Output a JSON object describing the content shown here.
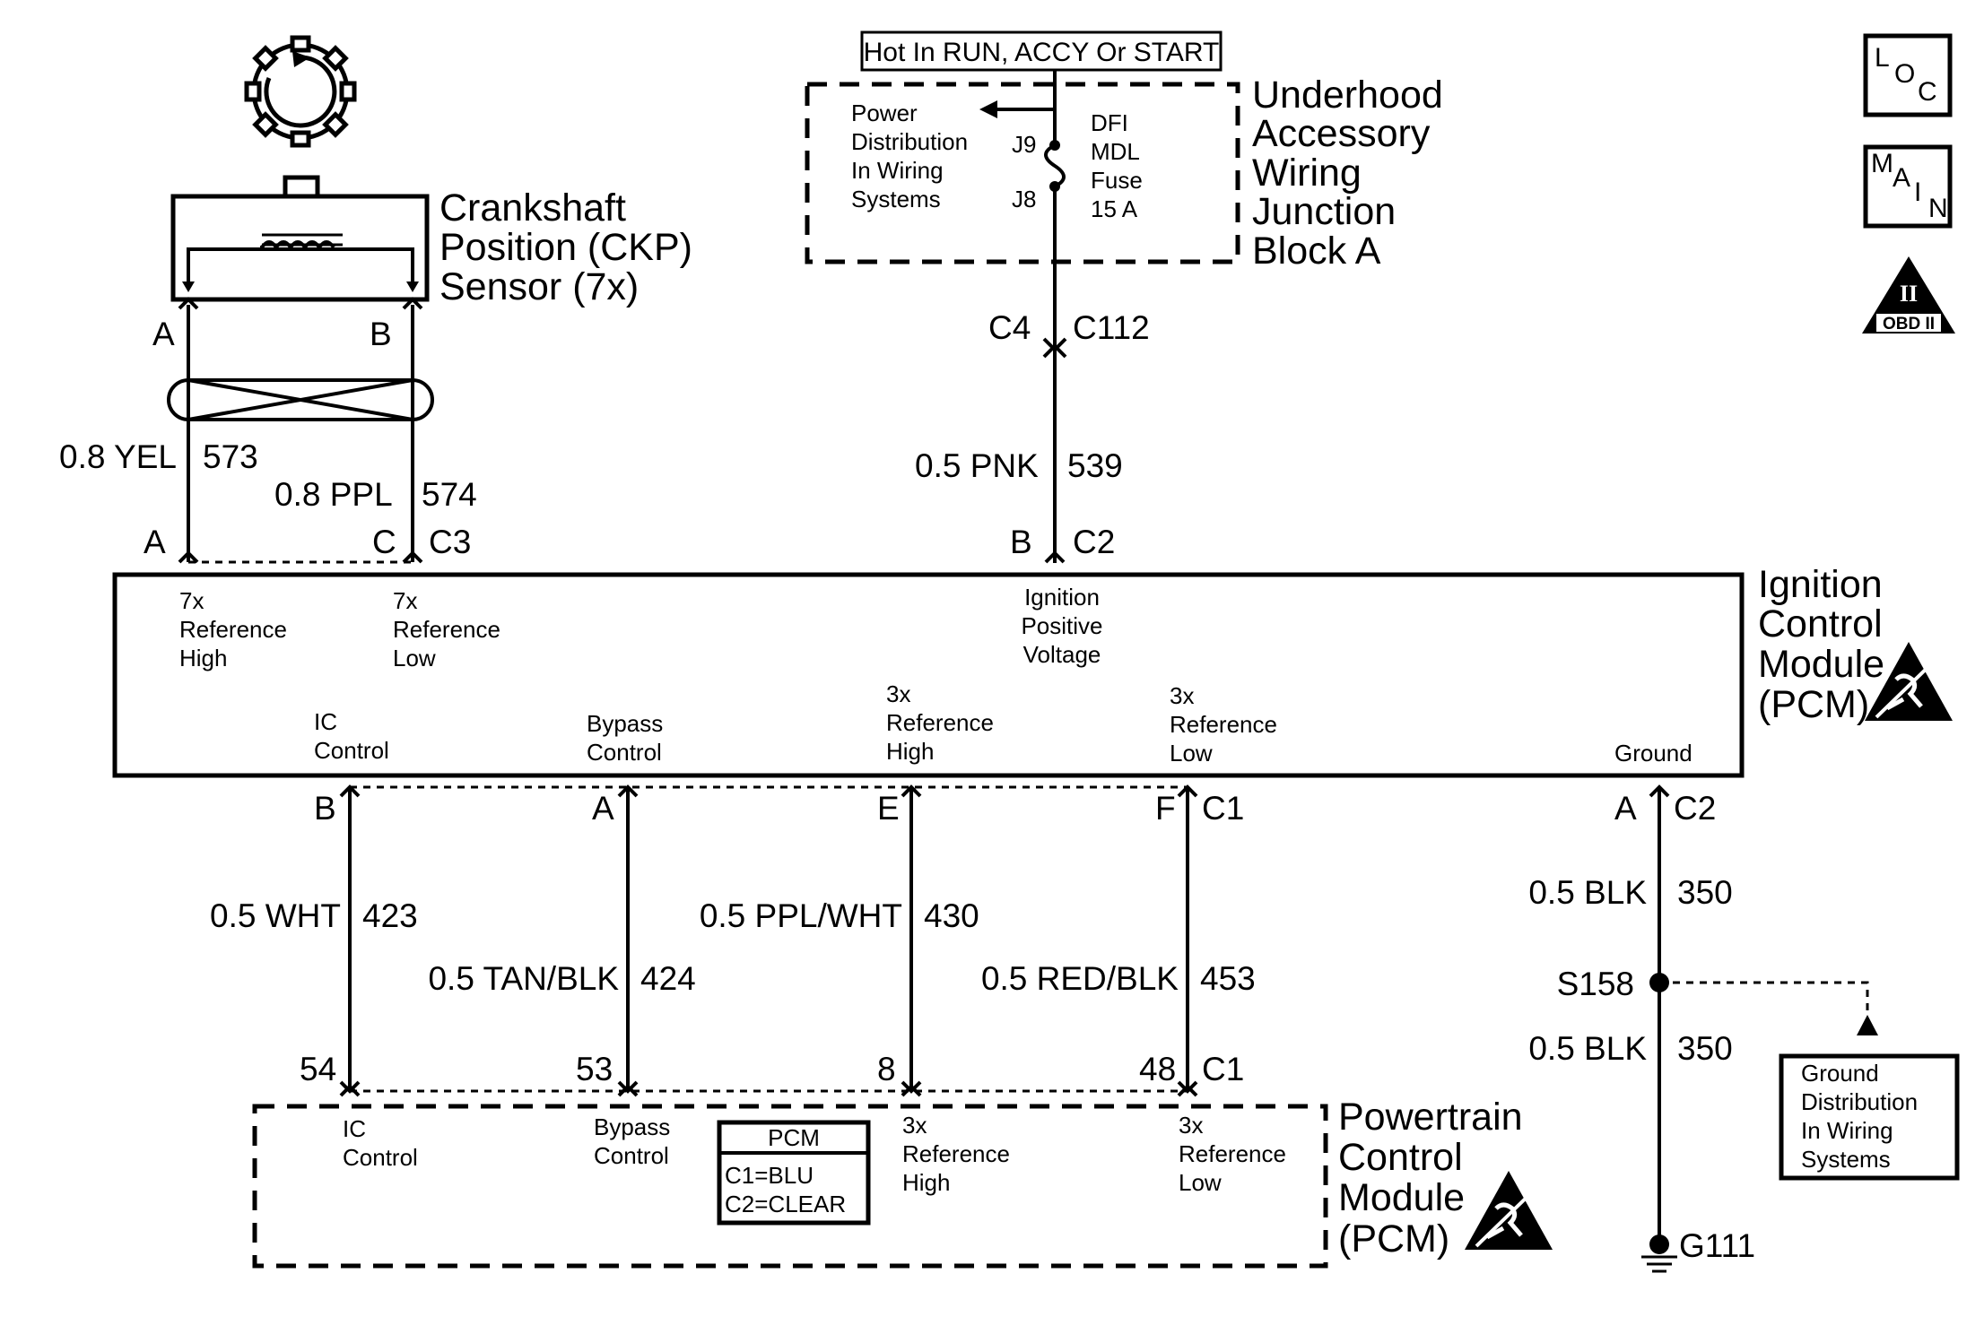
{
  "ckp_sensor": {
    "name_lines": [
      "Crankshaft",
      "Position (CKP)",
      "Sensor (7x)"
    ],
    "pin_a": "A",
    "pin_b": "B"
  },
  "ckp_wires": {
    "yel_gauge_color": "0.8 YEL",
    "yel_circuit": "573",
    "ppl_gauge_color": "0.8 PPL",
    "ppl_circuit": "574",
    "icm_pin_a": "A",
    "icm_pin_c": "C",
    "icm_connector": "C3"
  },
  "fuse_block": {
    "hot_label": "Hot In RUN, ACCY Or START",
    "power_dist_lines": [
      "Power",
      "Distribution",
      "In Wiring",
      "Systems"
    ],
    "pin_j9": "J9",
    "pin_j8": "J8",
    "fuse_lines": [
      "DFI",
      "MDL",
      "Fuse",
      "15 A"
    ],
    "name_lines": [
      "Underhood",
      "Accessory",
      "Wiring",
      "Junction",
      "Block A"
    ]
  },
  "fuse_wire": {
    "inline_c4": "C4",
    "inline_c112": "C112",
    "gauge_color": "0.5 PNK",
    "circuit": "539",
    "icm_pin": "B",
    "icm_connector": "C2"
  },
  "icm": {
    "name_lines": [
      "Ignition",
      "Control",
      "Module",
      "(PCM)"
    ],
    "ref7_high_lines": [
      "7x",
      "Reference",
      "High"
    ],
    "ref7_low_lines": [
      "7x",
      "Reference",
      "Low"
    ],
    "ign_pos_lines": [
      "Ignition",
      "Positive",
      "Voltage"
    ],
    "ic_control_lines": [
      "IC",
      "Control"
    ],
    "bypass_lines": [
      "Bypass",
      "Control"
    ],
    "ref3_high_lines": [
      "3x",
      "Reference",
      "High"
    ],
    "ref3_low_lines": [
      "3x",
      "Reference",
      "Low"
    ],
    "ground": "Ground"
  },
  "pcm_wires": {
    "top_pins": [
      "B",
      "A",
      "E",
      "F"
    ],
    "top_connector": "C1",
    "wires": [
      {
        "gauge_color": "0.5 WHT",
        "circuit": "423"
      },
      {
        "gauge_color": "0.5 TAN/BLK",
        "circuit": "424"
      },
      {
        "gauge_color": "0.5 PPL/WHT",
        "circuit": "430"
      },
      {
        "gauge_color": "0.5 RED/BLK",
        "circuit": "453"
      }
    ],
    "bottom_pins": [
      "54",
      "53",
      "8",
      "48"
    ],
    "bottom_connector": "C1"
  },
  "ground_circuit": {
    "icm_pin": "A",
    "icm_connector": "C2",
    "upper_gauge_color": "0.5 BLK",
    "upper_circuit": "350",
    "splice": "S158",
    "lower_gauge_color": "0.5 BLK",
    "lower_circuit": "350",
    "ground_point": "G111",
    "ground_dist_lines": [
      "Ground",
      "Distribution",
      "In Wiring",
      "Systems"
    ]
  },
  "pcm": {
    "name_lines": [
      "Powertrain",
      "Control",
      "Module",
      "(PCM)"
    ],
    "ic_control_lines": [
      "IC",
      "Control"
    ],
    "bypass_lines": [
      "Bypass",
      "Control"
    ],
    "connector_table": {
      "header": "PCM",
      "rows": [
        "C1=BLU",
        "C2=CLEAR"
      ]
    },
    "ref3_high_lines": [
      "3x",
      "Reference",
      "High"
    ],
    "ref3_low_lines": [
      "3x",
      "Reference",
      "Low"
    ]
  },
  "legend_icons": {
    "loc": [
      "L",
      "O",
      "C"
    ],
    "main": [
      "M",
      "A",
      "I",
      "N"
    ],
    "obd_numeral": "II",
    "obd_text": "OBD II"
  },
  "icons": [
    "crankshaft-reluctor-wheel-icon",
    "esd-sensitive-icon",
    "ground-symbol-icon",
    "splice-dot-icon",
    "fuse-icon",
    "loc-icon",
    "main-icon",
    "obd-ii-icon"
  ]
}
